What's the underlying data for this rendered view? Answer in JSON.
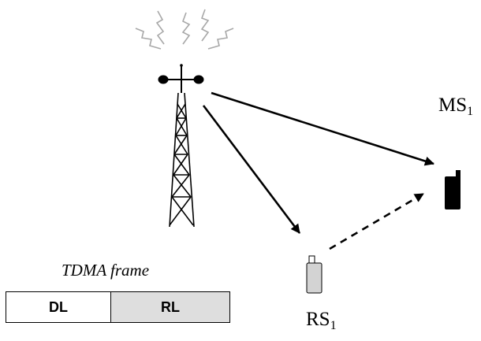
{
  "base_station": {
    "icon": "cell-tower-icon",
    "signal_icon": "signal-waves-icon"
  },
  "mobile_station": {
    "name": "MS",
    "subscript": "1",
    "icon": "mobile-phone-icon",
    "color": "#000000"
  },
  "relay_station": {
    "name": "RS",
    "subscript": "1",
    "icon": "mobile-phone-icon",
    "color": "#d3d3d3"
  },
  "links": [
    {
      "from": "base-station",
      "to": "MS1",
      "style": "solid"
    },
    {
      "from": "base-station",
      "to": "RS1",
      "style": "solid"
    },
    {
      "from": "RS1",
      "to": "MS1",
      "style": "dashed"
    }
  ],
  "tdma_frame": {
    "caption": "TDMA frame",
    "slots": [
      {
        "label": "DL",
        "color": "#ffffff"
      },
      {
        "label": "RL",
        "color": "#dedede"
      }
    ]
  }
}
